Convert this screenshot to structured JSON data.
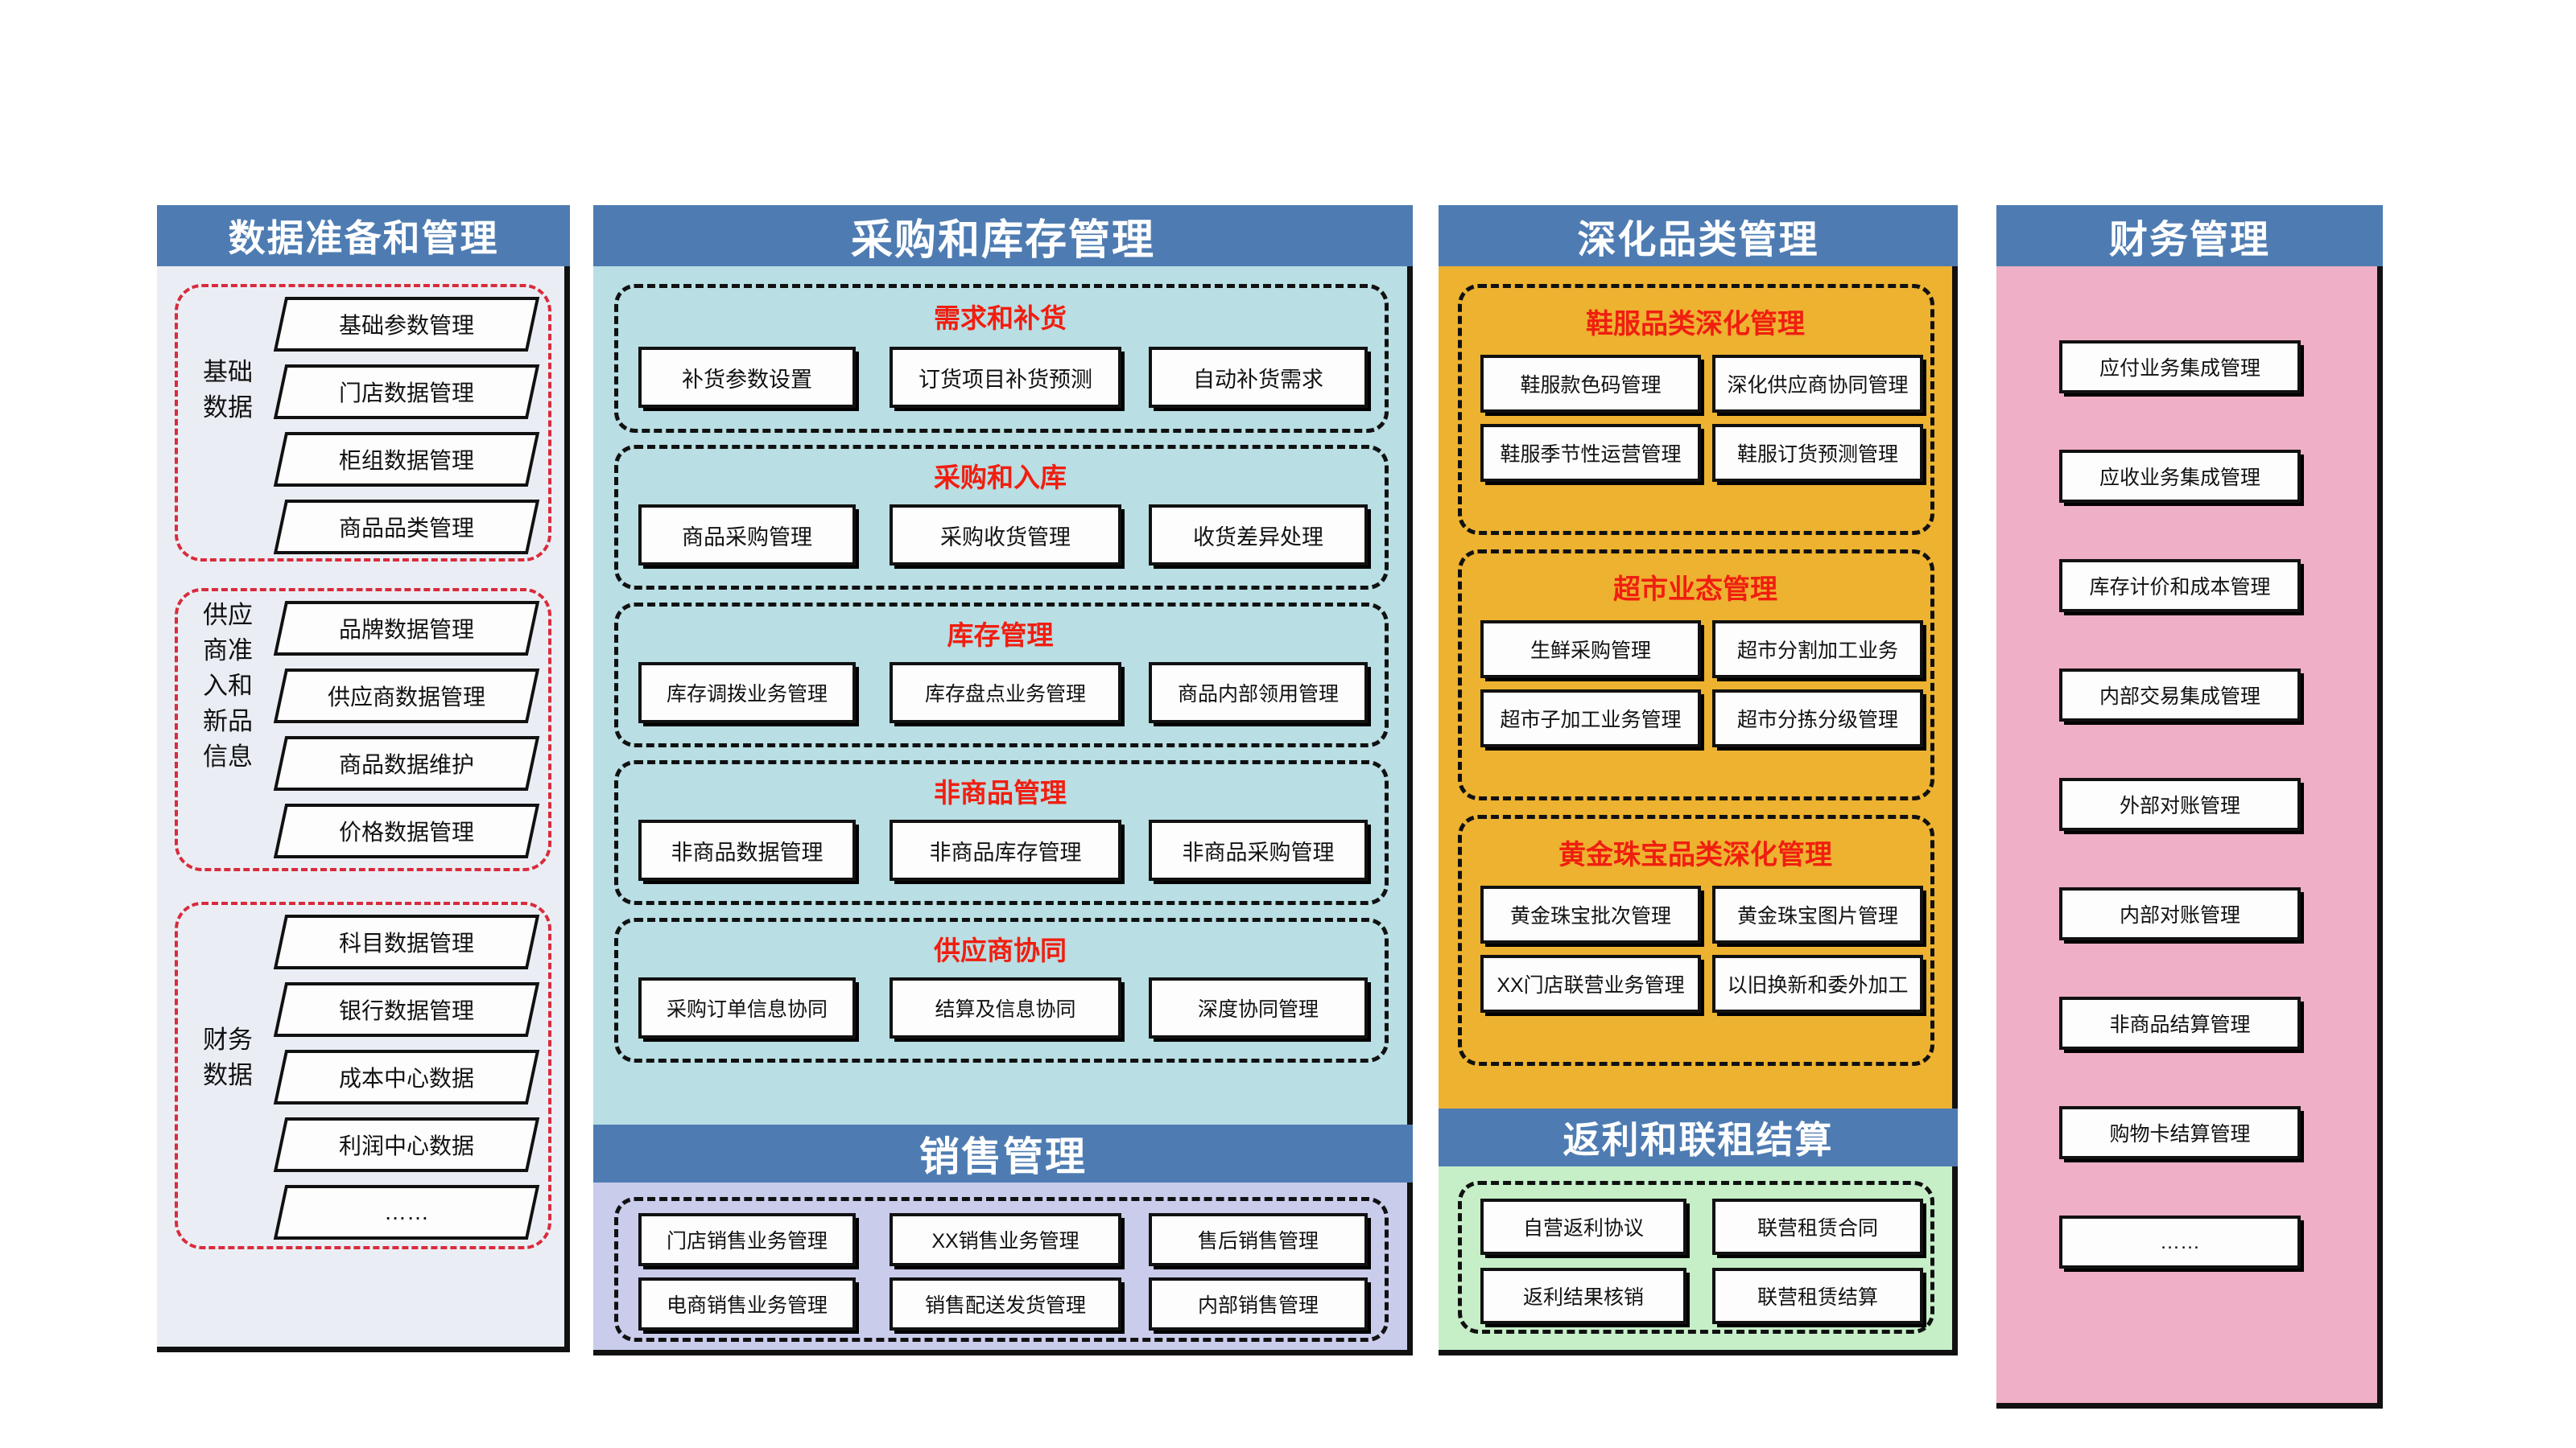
{
  "columns": [
    {
      "id": "col1",
      "title": "数据准备和管理",
      "header_color": "#4E7CB2",
      "body_color": "#EAEEF4",
      "groups": [
        {
          "label": "基础\n数据",
          "label_lines": [
            "基础",
            "数据"
          ],
          "border_style": "red-dashed",
          "items": [
            "基础参数管理",
            "门店数据管理",
            "柜组数据管理",
            "商品品类管理"
          ]
        },
        {
          "label_lines": [
            "供应",
            "商准",
            "入和",
            "新品",
            "信息"
          ],
          "border_style": "red-dashed",
          "items": [
            "品牌数据管理",
            "供应商数据管理",
            "商品数据维护",
            "价格数据管理"
          ]
        },
        {
          "label_lines": [
            "财务",
            "数据"
          ],
          "border_style": "red-dashed",
          "items": [
            "科目数据管理",
            "银行数据管理",
            "成本中心数据",
            "利润中心数据",
            "……"
          ]
        }
      ]
    },
    {
      "id": "col2",
      "title": "采购和库存管理",
      "header_color": "#4E7CB2",
      "body_color": "#B9DEE3",
      "groups": [
        {
          "title": "需求和补货",
          "title_color": "#F01E10",
          "items": [
            "补货参数设置",
            "订货项目补货预测",
            "自动补货需求"
          ]
        },
        {
          "title": "采购和入库",
          "title_color": "#F01E10",
          "items": [
            "商品采购管理",
            "采购收货管理",
            "收货差异处理"
          ]
        },
        {
          "title": "库存管理",
          "title_color": "#F01E10",
          "items": [
            "库存调拨业务管理",
            "库存盘点业务管理",
            "商品内部领用管理"
          ]
        },
        {
          "title": "非商品管理",
          "title_color": "#F01E10",
          "items": [
            "非商品数据管理",
            "非商品库存管理",
            "非商品采购管理"
          ]
        },
        {
          "title": "供应商协同",
          "title_color": "#F01E10",
          "items": [
            "采购订单信息协同",
            "结算及信息协同",
            "深度协同管理"
          ]
        }
      ]
    },
    {
      "id": "col2b",
      "title": "销售管理",
      "header_color": "#4E7CB2",
      "body_color": "#C9CCEB",
      "groups": [
        {
          "title": "",
          "items": [
            "门店销售业务管理",
            "XX销售业务管理",
            "售后销售管理",
            "电商销售业务管理",
            "销售配送发货管理",
            "内部销售管理"
          ]
        }
      ]
    },
    {
      "id": "col3",
      "title": "深化品类管理",
      "header_color": "#4E7CB2",
      "body_color": "#EDB230",
      "groups": [
        {
          "title": "鞋服品类深化管理",
          "title_color": "#F01E10",
          "items": [
            "鞋服款色码管理",
            "深化供应商协同管理",
            "鞋服季节性运营管理",
            "鞋服订货预测管理"
          ]
        },
        {
          "title": "超市业态管理",
          "title_color": "#F01E10",
          "items": [
            "生鲜采购管理",
            "超市分割加工业务",
            "超市子加工业务管理",
            "超市分拣分级管理"
          ]
        },
        {
          "title": "黄金珠宝品类深化管理",
          "title_color": "#F01E10",
          "items": [
            "黄金珠宝批次管理",
            "黄金珠宝图片管理",
            "XX门店联营业务管理",
            "以旧换新和委外加工"
          ]
        }
      ]
    },
    {
      "id": "col3b",
      "title": "返利和联租结算",
      "header_color": "#4E7CB2",
      "body_color": "#C6EFC8",
      "groups": [
        {
          "title": "",
          "items": [
            "自营返利协议",
            "联营租赁合同",
            "返利结果核销",
            "联营租赁结算"
          ]
        }
      ]
    },
    {
      "id": "col4",
      "title": "财务管理",
      "header_color": "#4E7CB2",
      "body_color": "#EFAFC6",
      "items": [
        "应付业务集成管理",
        "应收业务集成管理",
        "库存计价和成本管理",
        "内部交易集成管理",
        "外部对账管理",
        "内部对账管理",
        "非商品结算管理",
        "购物卡结算管理",
        "……"
      ]
    }
  ]
}
